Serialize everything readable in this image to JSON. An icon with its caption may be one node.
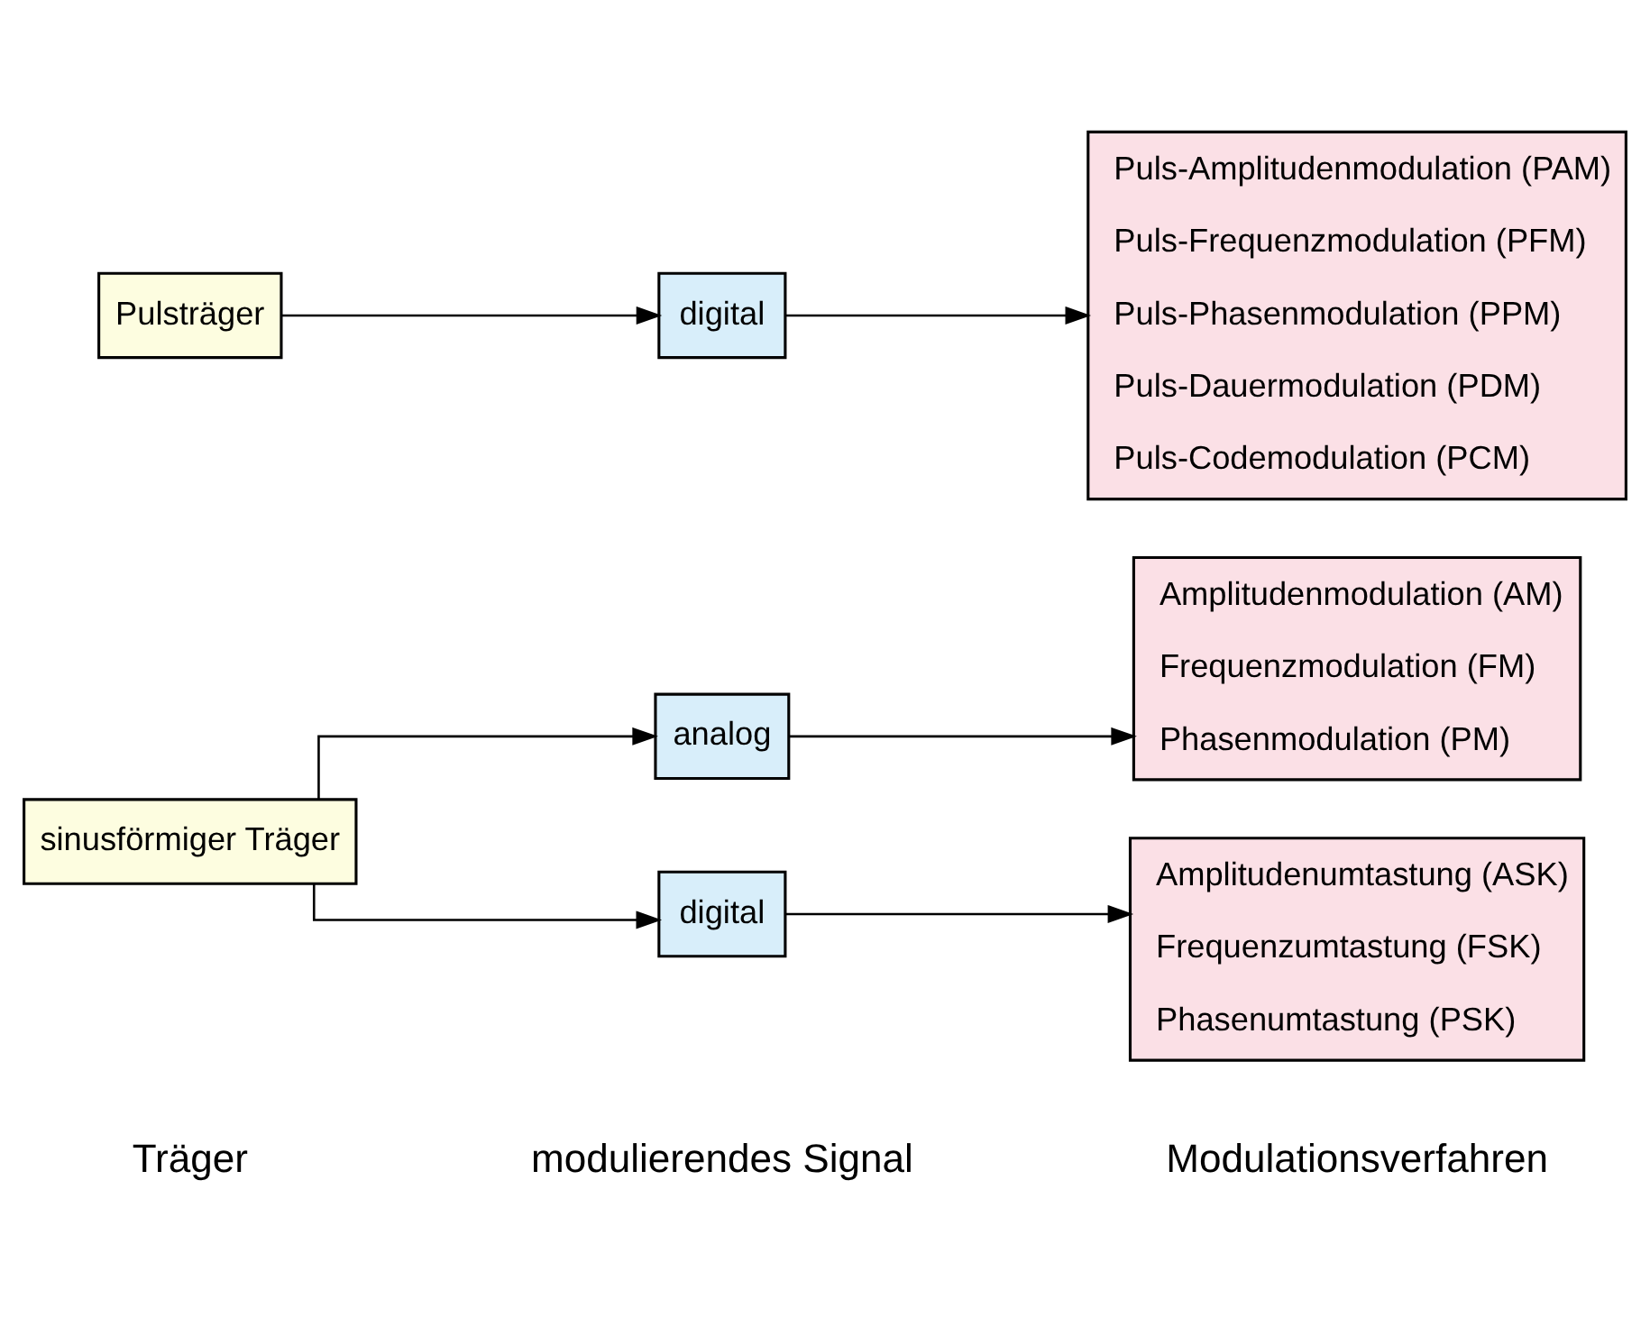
{
  "diagram": {
    "nodes": [
      {
        "text": [
          "sinusförmiger Träger"
        ]
      },
      {
        "text": [
          "analog"
        ]
      },
      {
        "text": [
          "digital"
        ]
      },
      {
        "text": [
          "Pulsträger"
        ]
      },
      {
        "text": [
          "digital"
        ]
      },
      {
        "text": [
          "Amplitudenmodulation (AM)",
          "Frequenzmodulation (FM)",
          "Phasenmodulation (PM)"
        ]
      },
      {
        "text": [
          "Amplitudenumtastung (ASK)",
          "Frequenzumtastung (FSK)",
          "Phasenumtastung (PSK)"
        ]
      },
      {
        "text": [
          "Puls-Amplitudenmodulation (PAM)",
          "Puls-Frequenzmodulation (PFM)",
          "Puls-Phasenmodulation (PPM)",
          "Puls-Dauermodulation (PDM)",
          "Puls-Codemodulation (PCM)"
        ]
      }
    ],
    "edges": [
      {
        "from": 0,
        "to": 1,
        "arrow": "to"
      },
      {
        "from": 0,
        "to": 2,
        "arrow": "to"
      },
      {
        "from": 3,
        "to": 4,
        "arrow": "to"
      },
      {
        "from": 1,
        "to": 5,
        "arrow": "to"
      },
      {
        "from": 2,
        "to": 6,
        "arrow": "to"
      },
      {
        "from": 4,
        "to": 7,
        "arrow": "to"
      }
    ],
    "labels": [
      "Träger",
      "modulierendes Signal",
      "Modulationsverfahren"
    ]
  }
}
